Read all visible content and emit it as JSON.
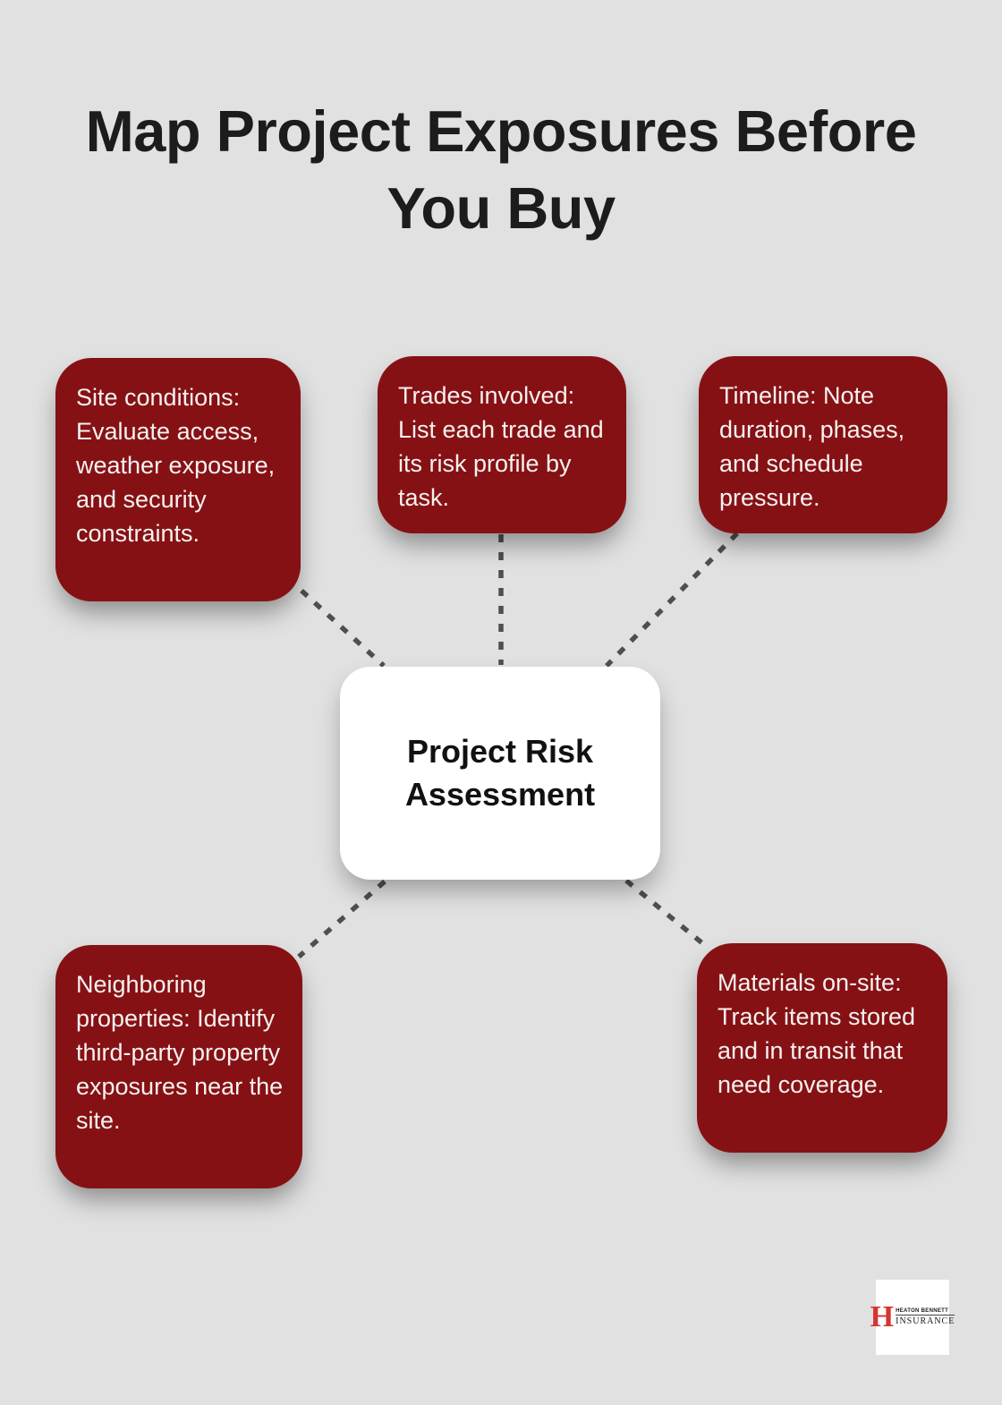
{
  "title": "Map Project Exposures Before You Buy",
  "center": {
    "label": "Project Risk Assessment"
  },
  "nodes": [
    {
      "id": "site-conditions",
      "text": "Site conditions: Evaluate access, weather exposure, and security constraints."
    },
    {
      "id": "trades-involved",
      "text": "Trades involved: List each trade and its risk profile by task."
    },
    {
      "id": "timeline",
      "text": "Timeline: Note duration, phases, and schedule pressure."
    },
    {
      "id": "neighboring-properties",
      "text": "Neighboring properties: Identify third-party property exposures near the site."
    },
    {
      "id": "materials-on-site",
      "text": "Materials on-site: Track items stored and in transit that need coverage."
    }
  ],
  "logo": {
    "monogram": "H",
    "company_name": "HEATON BENNETT",
    "company_type": "INSURANCE"
  },
  "colors": {
    "background": "#e0e1e0",
    "node_fill": "#861114",
    "node_text": "#f4f2f1",
    "center_fill": "#ffffff",
    "center_text": "#111111",
    "title_text": "#1c1c1c",
    "connector": "#4f4f4f",
    "logo_monogram_red": "#d5342f"
  }
}
